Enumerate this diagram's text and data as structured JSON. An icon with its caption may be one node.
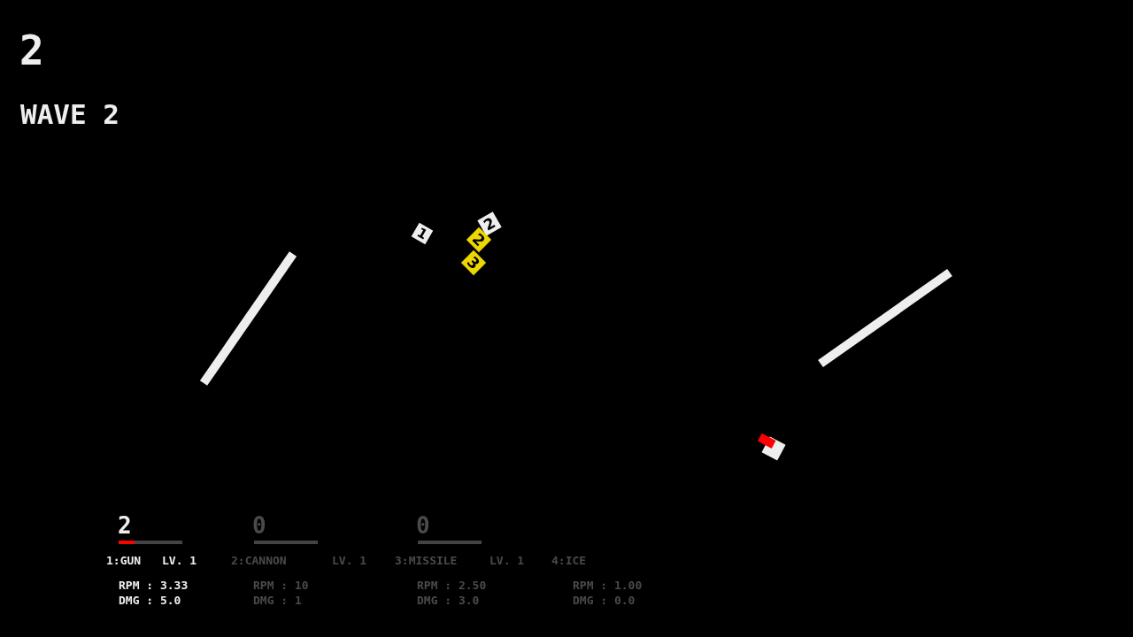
{
  "diagram": {
    "nodes": [
      {
        "text": [
          "1"
        ]
      },
      {
        "text": [
          "2"
        ]
      },
      {
        "text": [
          "2"
        ]
      },
      {
        "text": [
          "3"
        ]
      }
    ],
    "labels": [
      "2",
      "WAVE 2",
      "2",
      "0",
      "0",
      "1:GUN",
      "LV. 1",
      "2:CANNON",
      "LV. 1",
      "3:MISSILE",
      "LV. 1",
      "4:ICE",
      "RPM : 3.33",
      "DMG : 5.0",
      "RPM : 10",
      "DMG : 1",
      "RPM : 2.50",
      "DMG : 3.0",
      "RPM : 1.00",
      "DMG : 0.0"
    ]
  }
}
